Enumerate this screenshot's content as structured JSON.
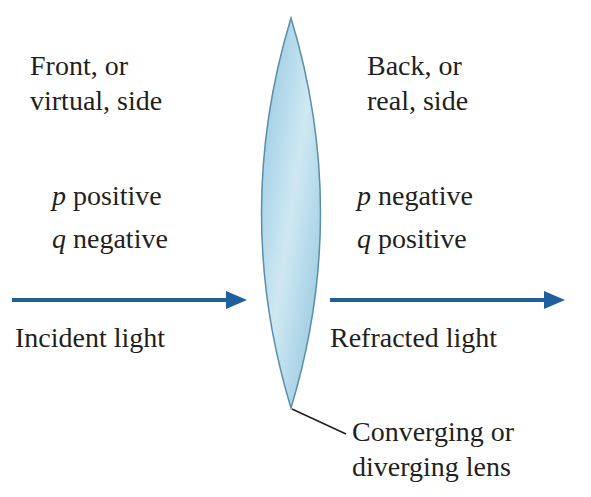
{
  "diagram": {
    "labels": [
      "Front, or virtual, side",
      "p positive",
      "q negative",
      "Back, or real, side",
      "p negative",
      "q positive",
      "Incident light",
      "Refracted light",
      "Converging or diverging lens"
    ]
  }
}
